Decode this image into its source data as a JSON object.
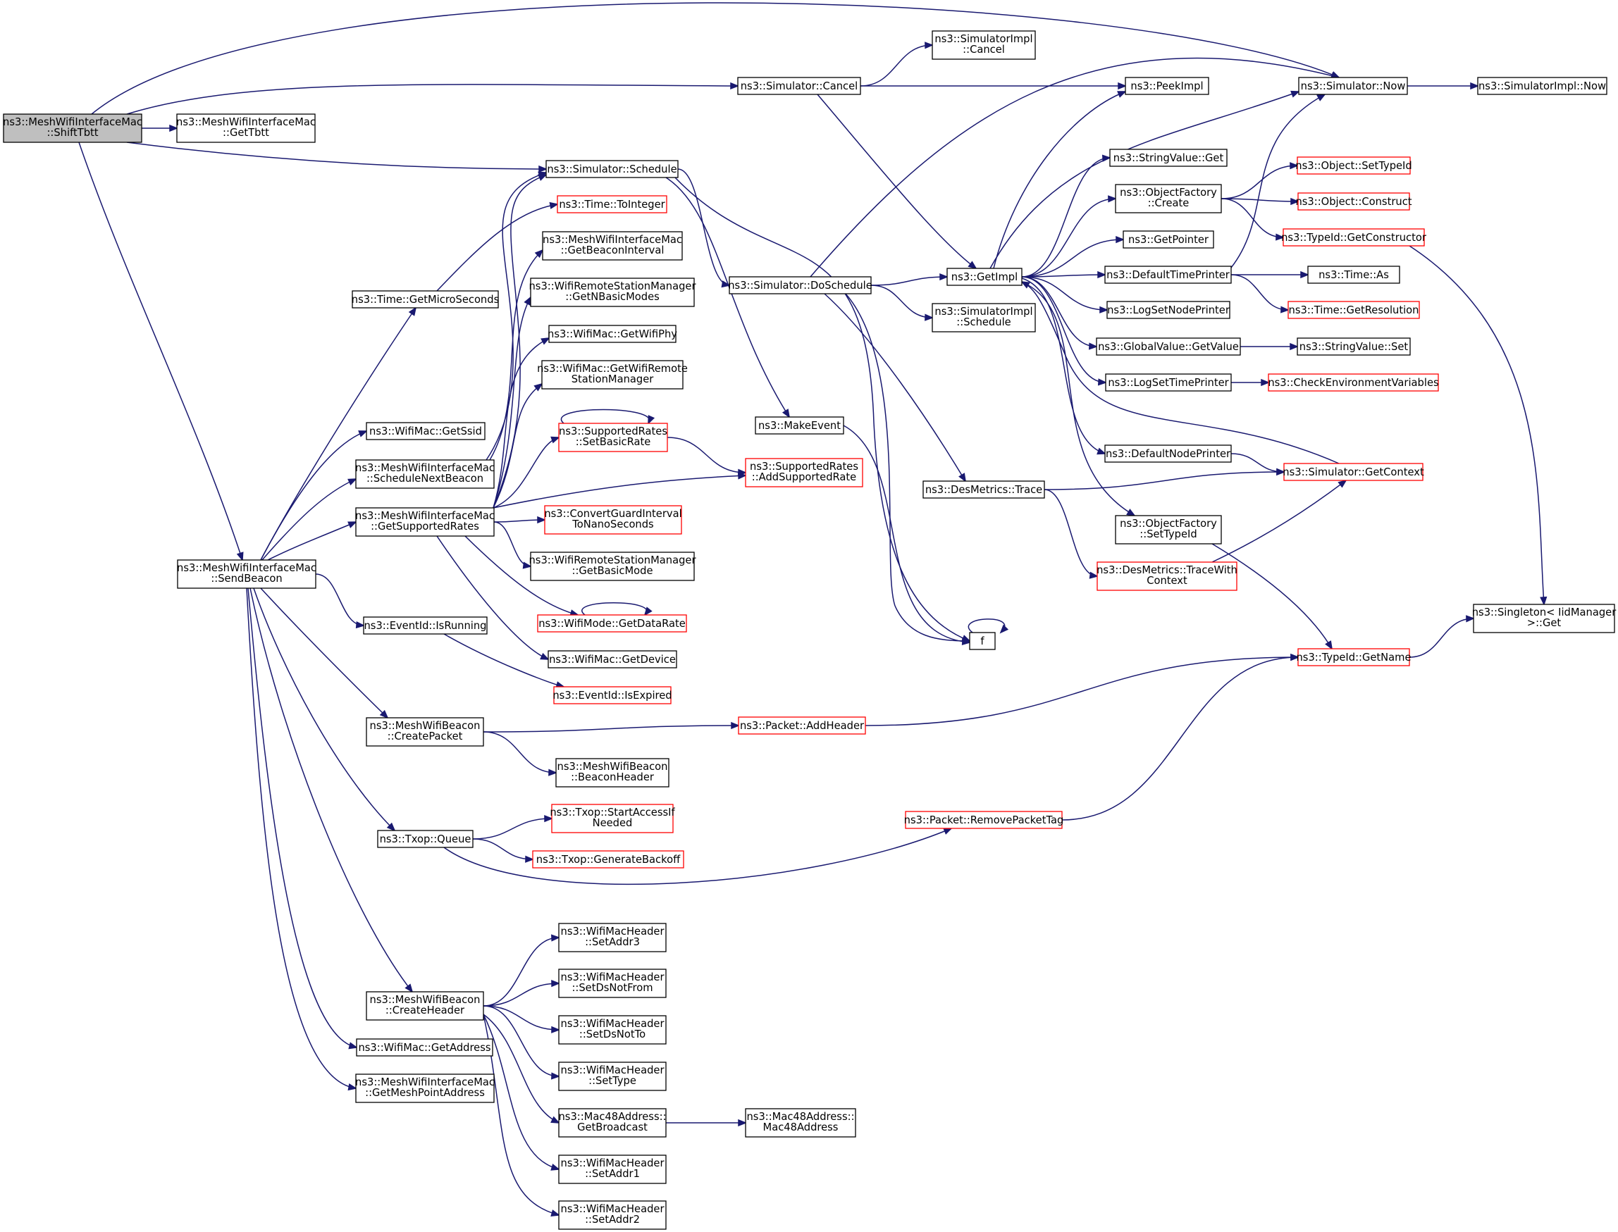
{
  "colors": {
    "edge": "#191970",
    "node_border": "#000000",
    "node_border_truncated": "#ff0000",
    "root_fill": "#bfbfbf"
  },
  "nodes": [
    {
      "id": "shifttbtt",
      "style": "root",
      "lines": [
        "ns3::MeshWifiInterfaceMac",
        "::ShiftTbtt"
      ]
    },
    {
      "id": "gettbtt",
      "style": "black",
      "lines": [
        "ns3::MeshWifiInterfaceMac",
        "::GetTbtt"
      ]
    },
    {
      "id": "simcancel",
      "style": "black",
      "lines": [
        "ns3::Simulator::Cancel"
      ]
    },
    {
      "id": "implcancel",
      "style": "black",
      "lines": [
        "ns3::SimulatorImpl",
        "::Cancel"
      ]
    },
    {
      "id": "peekimpl",
      "style": "black",
      "lines": [
        "ns3::PeekImpl"
      ]
    },
    {
      "id": "simnow",
      "style": "black",
      "lines": [
        "ns3::Simulator::Now"
      ]
    },
    {
      "id": "implnow",
      "style": "black",
      "lines": [
        "ns3::SimulatorImpl::Now"
      ]
    },
    {
      "id": "simschedule",
      "style": "black",
      "lines": [
        "ns3::Simulator::Schedule"
      ]
    },
    {
      "id": "tointeger",
      "style": "red",
      "lines": [
        "ns3::Time::ToInteger"
      ]
    },
    {
      "id": "getbeaconinterval",
      "style": "black",
      "lines": [
        "ns3::MeshWifiInterfaceMac",
        "::GetBeaconInterval"
      ]
    },
    {
      "id": "getnbasicmodes",
      "style": "black",
      "lines": [
        "ns3::WifiRemoteStationManager",
        "::GetNBasicModes"
      ]
    },
    {
      "id": "getwifiphy",
      "style": "black",
      "lines": [
        "ns3::WifiMac::GetWifiPhy"
      ]
    },
    {
      "id": "getwifiremote",
      "style": "black",
      "lines": [
        "ns3::WifiMac::GetWifiRemote",
        "StationManager"
      ]
    },
    {
      "id": "setbasicrate",
      "style": "red",
      "lines": [
        "ns3::SupportedRates",
        "::SetBasicRate"
      ]
    },
    {
      "id": "addsupportedrate",
      "style": "red",
      "lines": [
        "ns3::SupportedRates",
        "::AddSupportedRate"
      ]
    },
    {
      "id": "convertguard",
      "style": "red",
      "lines": [
        "ns3::ConvertGuardInterval",
        "ToNanoSeconds"
      ]
    },
    {
      "id": "getbasicmode",
      "style": "black",
      "lines": [
        "ns3::WifiRemoteStationManager",
        "::GetBasicMode"
      ]
    },
    {
      "id": "getdatarate",
      "style": "red",
      "lines": [
        "ns3::WifiMode::GetDataRate"
      ]
    },
    {
      "id": "getdevice",
      "style": "black",
      "lines": [
        "ns3::WifiMac::GetDevice"
      ]
    },
    {
      "id": "isexpired",
      "style": "red",
      "lines": [
        "ns3::EventId::IsExpired"
      ]
    },
    {
      "id": "getmicroseconds",
      "style": "black",
      "lines": [
        "ns3::Time::GetMicroSeconds"
      ]
    },
    {
      "id": "getssid",
      "style": "black",
      "lines": [
        "ns3::WifiMac::GetSsid"
      ]
    },
    {
      "id": "schedulenextbeacon",
      "style": "black",
      "lines": [
        "ns3::MeshWifiInterfaceMac",
        "::ScheduleNextBeacon"
      ]
    },
    {
      "id": "getsupportedrates",
      "style": "black",
      "lines": [
        "ns3::MeshWifiInterfaceMac",
        "::GetSupportedRates"
      ]
    },
    {
      "id": "sendbeacon",
      "style": "black",
      "lines": [
        "ns3::MeshWifiInterfaceMac",
        "::SendBeacon"
      ]
    },
    {
      "id": "isrunning",
      "style": "black",
      "lines": [
        "ns3::EventId::IsRunning"
      ]
    },
    {
      "id": "createpacket",
      "style": "black",
      "lines": [
        "ns3::MeshWifiBeacon",
        "::CreatePacket"
      ]
    },
    {
      "id": "beaconheader",
      "style": "black",
      "lines": [
        "ns3::MeshWifiBeacon",
        "::BeaconHeader"
      ]
    },
    {
      "id": "addheader",
      "style": "red",
      "lines": [
        "ns3::Packet::AddHeader"
      ]
    },
    {
      "id": "txopqueue",
      "style": "black",
      "lines": [
        "ns3::Txop::Queue"
      ]
    },
    {
      "id": "startaccess",
      "style": "red",
      "lines": [
        "ns3::Txop::StartAccessIf",
        "Needed"
      ]
    },
    {
      "id": "genbackoff",
      "style": "red",
      "lines": [
        "ns3::Txop::GenerateBackoff"
      ]
    },
    {
      "id": "removepackettag",
      "style": "red",
      "lines": [
        "ns3::Packet::RemovePacketTag"
      ]
    },
    {
      "id": "createheader",
      "style": "black",
      "lines": [
        "ns3::MeshWifiBeacon",
        "::CreateHeader"
      ]
    },
    {
      "id": "getaddress",
      "style": "black",
      "lines": [
        "ns3::WifiMac::GetAddress"
      ]
    },
    {
      "id": "getmeshpoint",
      "style": "black",
      "lines": [
        "ns3::MeshWifiInterfaceMac",
        "::GetMeshPointAddress"
      ]
    },
    {
      "id": "setaddr3",
      "style": "black",
      "lines": [
        "ns3::WifiMacHeader",
        "::SetAddr3"
      ]
    },
    {
      "id": "setdsnotfrom",
      "style": "black",
      "lines": [
        "ns3::WifiMacHeader",
        "::SetDsNotFrom"
      ]
    },
    {
      "id": "setdsnotto",
      "style": "black",
      "lines": [
        "ns3::WifiMacHeader",
        "::SetDsNotTo"
      ]
    },
    {
      "id": "settype",
      "style": "black",
      "lines": [
        "ns3::WifiMacHeader",
        "::SetType"
      ]
    },
    {
      "id": "getbroadcast",
      "style": "black",
      "lines": [
        "ns3::Mac48Address::",
        "GetBroadcast"
      ]
    },
    {
      "id": "mac48address",
      "style": "black",
      "lines": [
        "ns3::Mac48Address::",
        "Mac48Address"
      ]
    },
    {
      "id": "setaddr1",
      "style": "black",
      "lines": [
        "ns3::WifiMacHeader",
        "::SetAddr1"
      ]
    },
    {
      "id": "setaddr2",
      "style": "black",
      "lines": [
        "ns3::WifiMacHeader",
        "::SetAddr2"
      ]
    },
    {
      "id": "doschedule",
      "style": "black",
      "lines": [
        "ns3::Simulator::DoSchedule"
      ]
    },
    {
      "id": "makeevent",
      "style": "black",
      "lines": [
        "ns3::MakeEvent"
      ]
    },
    {
      "id": "getimpl",
      "style": "black",
      "lines": [
        "ns3::GetImpl"
      ]
    },
    {
      "id": "implschedule",
      "style": "black",
      "lines": [
        "ns3::SimulatorImpl",
        "::Schedule"
      ]
    },
    {
      "id": "destrace",
      "style": "black",
      "lines": [
        "ns3::DesMetrics::Trace"
      ]
    },
    {
      "id": "destracewith",
      "style": "red",
      "lines": [
        "ns3::DesMetrics::TraceWith",
        "Context"
      ]
    },
    {
      "id": "f",
      "style": "black",
      "lines": [
        "f"
      ]
    },
    {
      "id": "stringvalueget",
      "style": "black",
      "lines": [
        "ns3::StringValue::Get"
      ]
    },
    {
      "id": "objfactcreate",
      "style": "black",
      "lines": [
        "ns3::ObjectFactory",
        "::Create"
      ]
    },
    {
      "id": "getpointer",
      "style": "black",
      "lines": [
        "ns3::GetPointer"
      ]
    },
    {
      "id": "defaulttimeprinter",
      "style": "black",
      "lines": [
        "ns3::DefaultTimePrinter"
      ]
    },
    {
      "id": "logsetnodeprinter",
      "style": "black",
      "lines": [
        "ns3::LogSetNodePrinter"
      ]
    },
    {
      "id": "globalvalueget",
      "style": "black",
      "lines": [
        "ns3::GlobalValue::GetValue"
      ]
    },
    {
      "id": "logsettimeprinter",
      "style": "black",
      "lines": [
        "ns3::LogSetTimePrinter"
      ]
    },
    {
      "id": "defaultnodeprinter",
      "style": "black",
      "lines": [
        "ns3::DefaultNodePrinter"
      ]
    },
    {
      "id": "objfactsettypeid",
      "style": "black",
      "lines": [
        "ns3::ObjectFactory",
        "::SetTypeId"
      ]
    },
    {
      "id": "objsettypeid",
      "style": "red",
      "lines": [
        "ns3::Object::SetTypeId"
      ]
    },
    {
      "id": "objconstruct",
      "style": "red",
      "lines": [
        "ns3::Object::Construct"
      ]
    },
    {
      "id": "getconstructor",
      "style": "red",
      "lines": [
        "ns3::TypeId::GetConstructor"
      ]
    },
    {
      "id": "timeas",
      "style": "black",
      "lines": [
        "ns3::Time::As"
      ]
    },
    {
      "id": "getresolution",
      "style": "red",
      "lines": [
        "ns3::Time::GetResolution"
      ]
    },
    {
      "id": "stringvalueset",
      "style": "black",
      "lines": [
        "ns3::StringValue::Set"
      ]
    },
    {
      "id": "checkenv",
      "style": "red",
      "lines": [
        "ns3::CheckEnvironmentVariables"
      ]
    },
    {
      "id": "getcontext",
      "style": "red",
      "lines": [
        "ns3::Simulator::GetContext"
      ]
    },
    {
      "id": "singletonget",
      "style": "black",
      "lines": [
        "ns3::Singleton< IidManager",
        ">::Get"
      ]
    },
    {
      "id": "typeidgetname",
      "style": "red",
      "lines": [
        "ns3::TypeId::GetName"
      ]
    }
  ]
}
